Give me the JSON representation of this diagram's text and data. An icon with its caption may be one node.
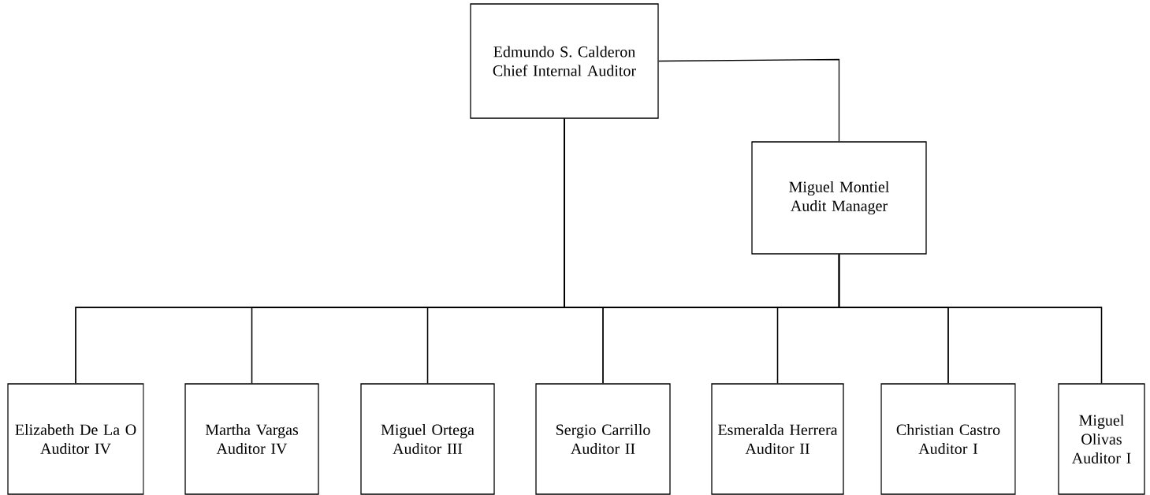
{
  "diagram": {
    "nodes": [
      {
        "text": [
          "Edmundo S. Calderon",
          "Chief Internal Auditor"
        ]
      },
      {
        "text": [
          "Miguel Montiel",
          "Audit Manager"
        ]
      },
      {
        "text": [
          "Elizabeth De La O",
          "Auditor IV"
        ]
      },
      {
        "text": [
          "Martha Vargas",
          "Auditor IV"
        ]
      },
      {
        "text": [
          "Miguel Ortega",
          "Auditor III"
        ]
      },
      {
        "text": [
          "Sergio Carrillo",
          "Auditor II"
        ]
      },
      {
        "text": [
          "Esmeralda Herrera",
          "Auditor II"
        ]
      },
      {
        "text": [
          "Christian Castro",
          "Auditor I"
        ]
      },
      {
        "text": [
          "Miguel Olivas",
          "Auditor I"
        ]
      }
    ],
    "edges": [
      {
        "from": 0,
        "to": 1,
        "arrow": "none"
      },
      {
        "from": 0,
        "to": 2,
        "arrow": "none"
      },
      {
        "from": 0,
        "to": 3,
        "arrow": "none"
      },
      {
        "from": 0,
        "to": 4,
        "arrow": "none"
      },
      {
        "from": 0,
        "to": 5,
        "arrow": "none"
      },
      {
        "from": 0,
        "to": 6,
        "arrow": "none"
      },
      {
        "from": 0,
        "to": 7,
        "arrow": "none"
      },
      {
        "from": 0,
        "to": 8,
        "arrow": "none"
      },
      {
        "from": 1,
        "to": 2,
        "arrow": "none"
      },
      {
        "from": 1,
        "to": 3,
        "arrow": "none"
      },
      {
        "from": 1,
        "to": 4,
        "arrow": "none"
      },
      {
        "from": 1,
        "to": 5,
        "arrow": "none"
      },
      {
        "from": 1,
        "to": 6,
        "arrow": "none"
      },
      {
        "from": 1,
        "to": 7,
        "arrow": "none"
      },
      {
        "from": 1,
        "to": 8,
        "arrow": "none"
      }
    ]
  }
}
